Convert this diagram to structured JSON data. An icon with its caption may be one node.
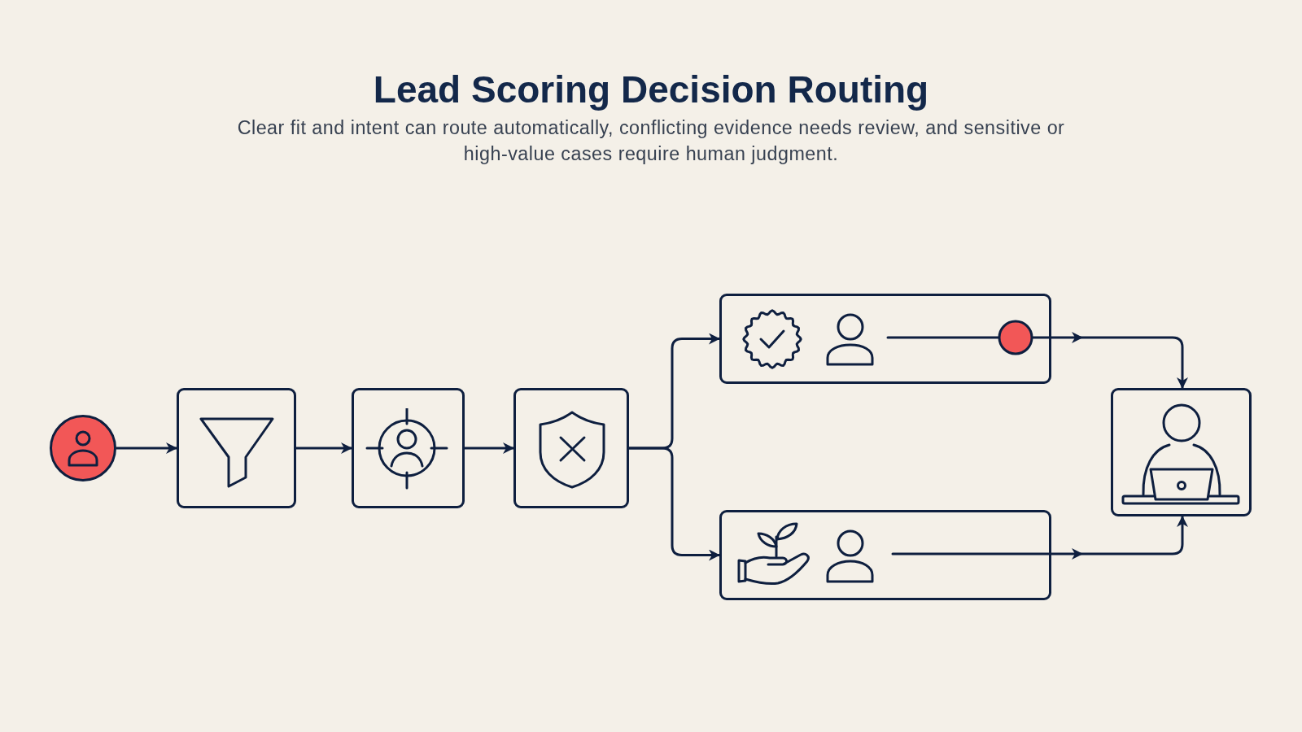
{
  "diagram": {
    "title": "Lead Scoring Decision Routing",
    "nodes": [
      {
        "text": [],
        "shape": "circle"
      },
      {
        "text": [],
        "shape": "box"
      },
      {
        "text": [],
        "shape": "box"
      },
      {
        "text": [],
        "shape": "box"
      },
      {
        "text": [],
        "shape": "box"
      },
      {
        "text": [],
        "shape": "box"
      },
      {
        "text": [],
        "shape": "box"
      }
    ],
    "edges": [
      {
        "from": 0,
        "to": 1,
        "arrow": "to"
      },
      {
        "from": 1,
        "to": 2,
        "arrow": "to"
      },
      {
        "from": 2,
        "to": 3,
        "arrow": "to"
      },
      {
        "from": 3,
        "to": 4,
        "arrow": "to"
      },
      {
        "from": 3,
        "to": 5,
        "arrow": "to"
      },
      {
        "from": 4,
        "to": 6,
        "arrow": "to"
      },
      {
        "from": 5,
        "to": 6,
        "arrow": "to"
      }
    ],
    "labels": [
      "Clear fit and intent can route automatically, conflicting evidence needs review, and sensitive or high-value cases require human judgment."
    ]
  }
}
